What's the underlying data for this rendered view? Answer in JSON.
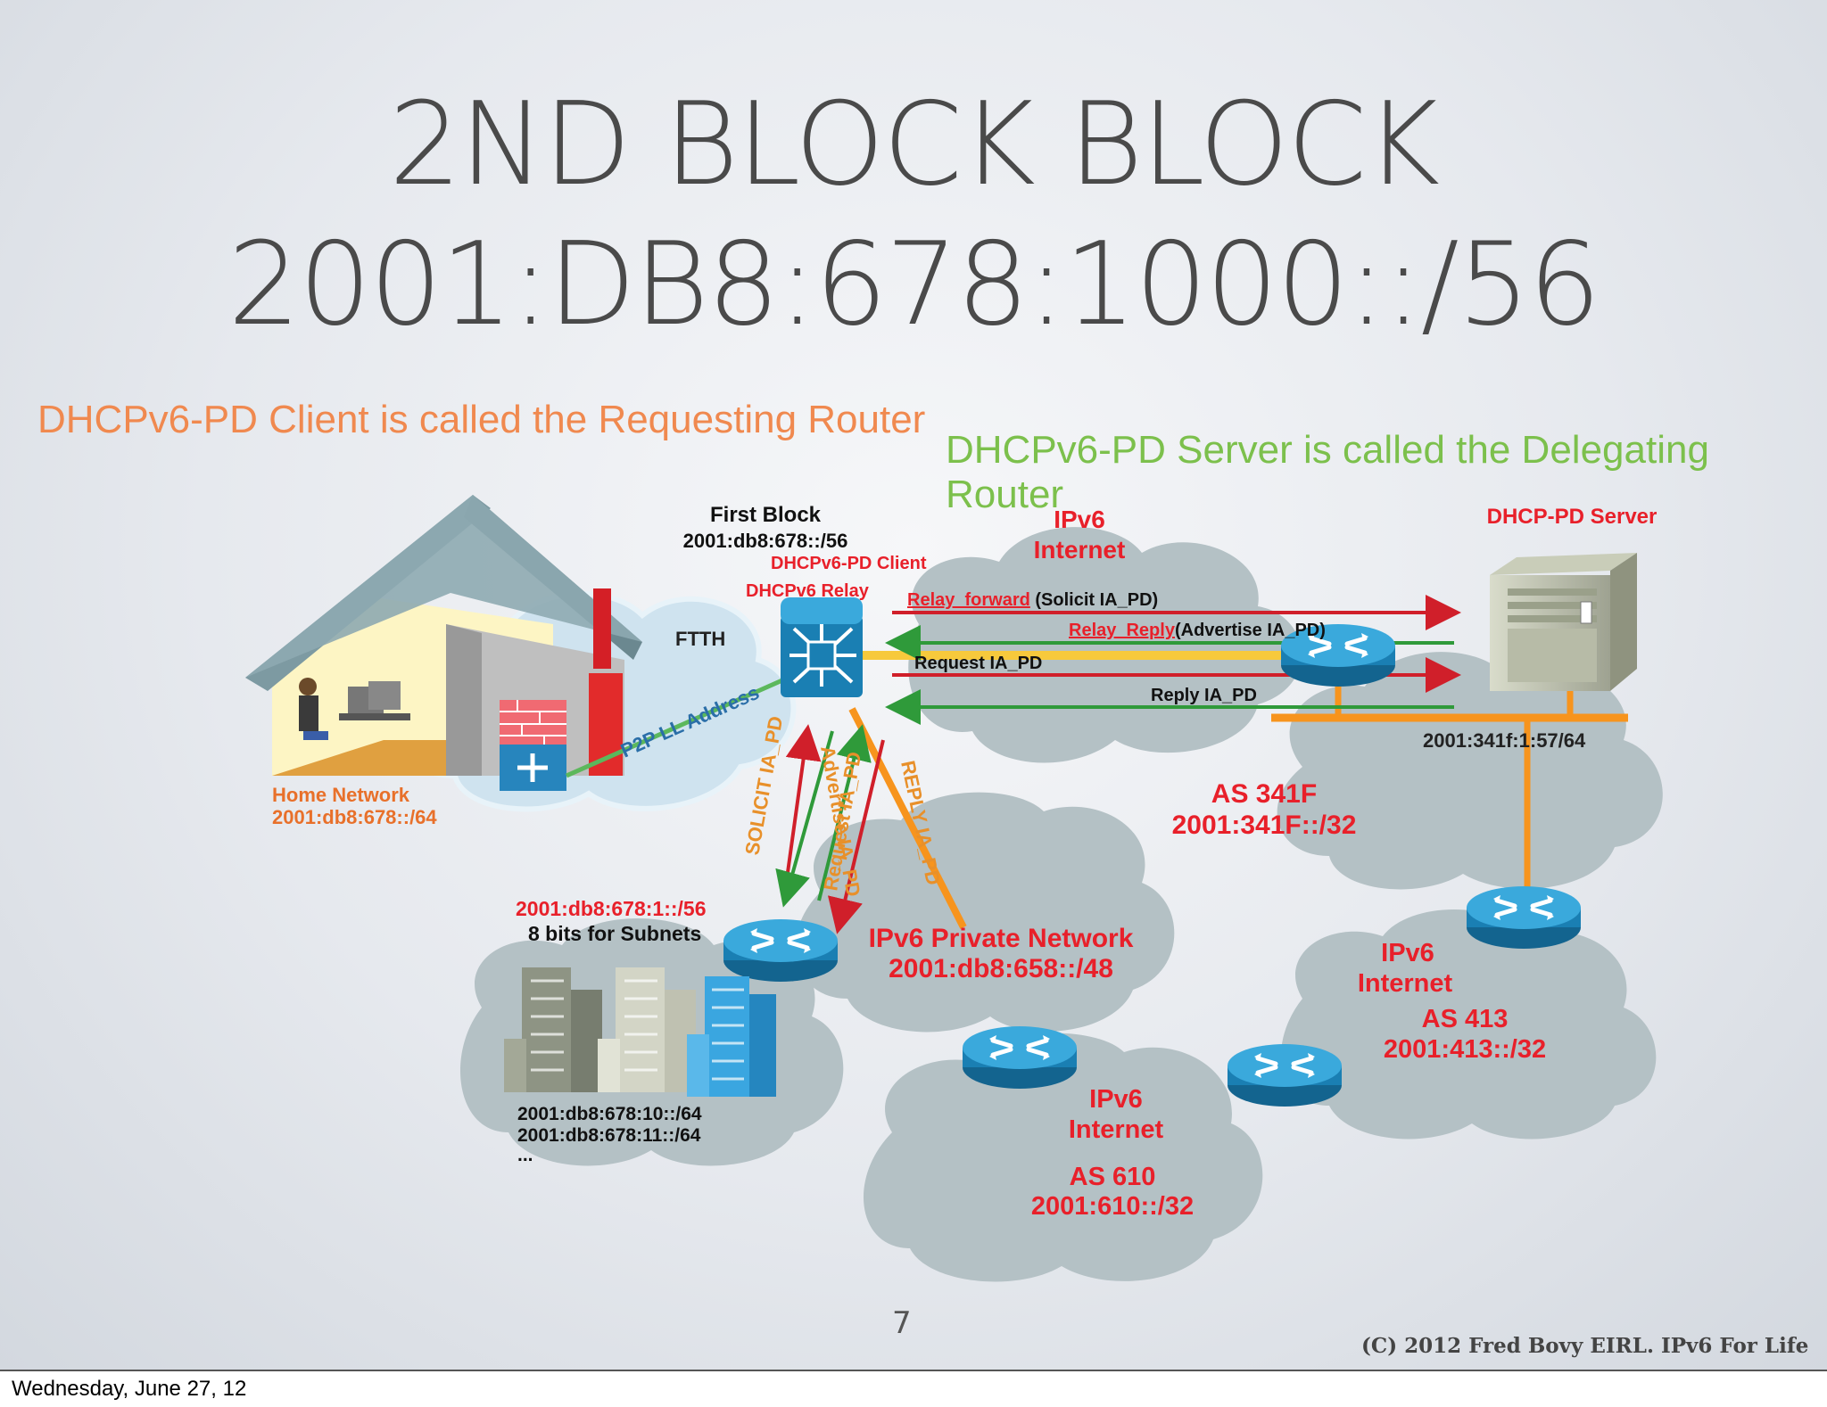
{
  "slide": {
    "title_line1": "2ND BLOCK BLOCK",
    "title_line2": "2001:DB8:678:1000::/56",
    "subtitle_client": "DHCPv6-PD Client is called the Requesting Router",
    "subtitle_server": "DHCPv6-PD Server is called the Delegating Router",
    "page_number": "7",
    "copyright": "(C) 2012 Fred Bovy EIRL. IPv6 For Life"
  },
  "footer": {
    "date": "Wednesday, June 27, 12"
  },
  "diagram": {
    "first_block_title": "First Block",
    "first_block_prefix": "2001:db8:678::/56",
    "client_label": "DHCPv6-PD Client",
    "relay_label": "DHCPv6 Relay",
    "ftth_label": "FTTH",
    "p2p_label": "P2P LL Address",
    "home_network_title": "Home Network",
    "home_network_prefix": "2001:db8:678::/64",
    "internet_top": [
      "IPv6",
      "Internet"
    ],
    "dhcp_server_label": "DHCP-PD Server",
    "server_subnet": "2001:341f:1:57/64",
    "as341f": [
      "AS 341F",
      "2001:341F::/32"
    ],
    "msg_relay_forward": [
      "Relay_forward",
      " (Solicit IA_PD)"
    ],
    "msg_relay_reply": [
      "Relay_Reply",
      "(Advertise IA_PD)"
    ],
    "msg_request": "Request IA_PD",
    "msg_reply": "Reply IA_PD",
    "vertical_msgs": [
      "SOLICIT IA_PD",
      "Advertise IA_PD",
      "Request IA_PD",
      "REPLY IA_PD"
    ],
    "subnet_prefix": "2001:db8:678:1::/56",
    "subnet_bits": "8 bits for Subnets",
    "building_subnets": [
      "2001:db8:678:10::/64",
      "2001:db8:678:11::/64",
      "..."
    ],
    "private_network": [
      "IPv6 Private Network",
      "2001:db8:658::/48"
    ],
    "internet_as413": [
      "IPv6",
      "Internet",
      "AS 413",
      "2001:413::/32"
    ],
    "internet_as610": [
      "IPv6",
      "Internet",
      "AS 610",
      "2001:610::/32"
    ]
  },
  "colors": {
    "red_label": "#e8202a",
    "orange_line": "#f7941d",
    "green_line": "#5cb85c",
    "cloud_grey": "#b0bec2",
    "router_blue": "#1f8fc4"
  }
}
